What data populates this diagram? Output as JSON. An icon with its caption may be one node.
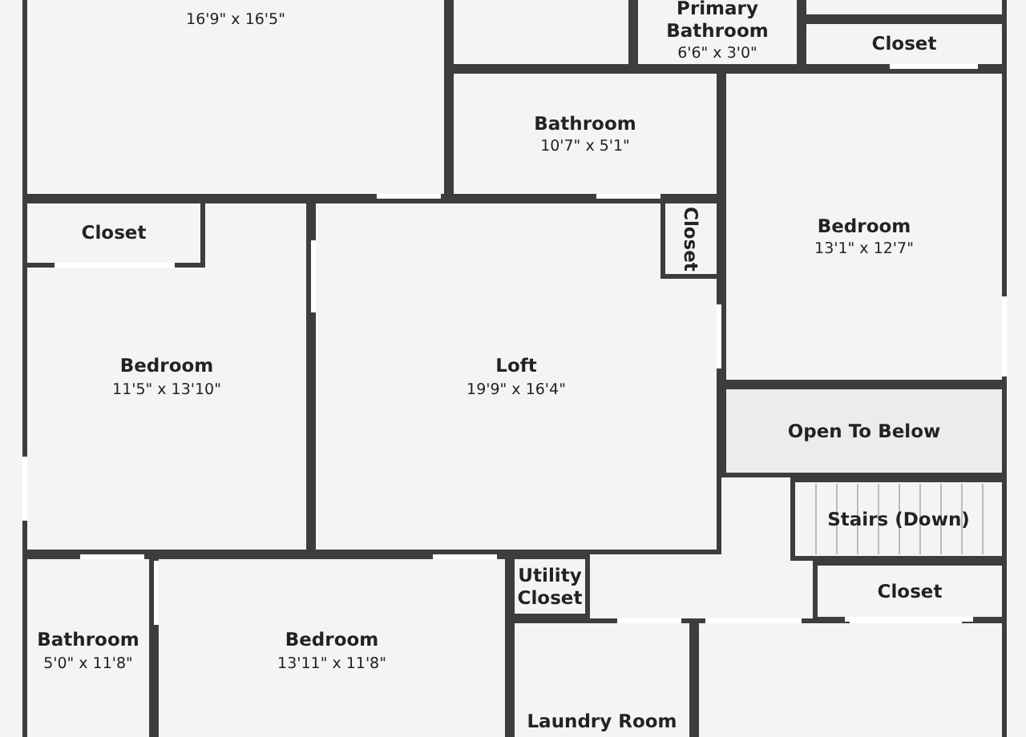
{
  "diagram": {
    "nodes": [
      {
        "text": [
          "16'9\" x 16'5\""
        ]
      },
      {
        "text": [],
        "shape": "box"
      },
      {
        "text": [
          "Primary Bathroom",
          "6'6\" x 3'0\""
        ]
      },
      {
        "text": [],
        "shape": "box"
      },
      {
        "text": [
          "Closet"
        ]
      },
      {
        "text": [
          "Bathroom",
          "10'7\" x 5'1\""
        ]
      },
      {
        "text": [
          "Bedroom",
          "13'1\" x 12'7\""
        ]
      },
      {
        "text": [
          "Closet"
        ],
        "in": 9
      },
      {
        "text": [
          "Closet"
        ],
        "in": 10
      },
      {
        "text": [
          "Bedroom",
          "11'5\" x 13'10\""
        ]
      },
      {
        "text": [
          "Loft",
          "19'9\" x 16'4\""
        ]
      },
      {
        "text": [
          "Open To Below"
        ]
      },
      {
        "text": [
          "Stairs (Down)"
        ]
      },
      {
        "text": [
          "Utility Closet"
        ]
      },
      {
        "text": [
          "Closet"
        ]
      },
      {
        "text": [
          "Bathroom",
          "5'0\" x 11'8\""
        ]
      },
      {
        "text": [
          "Bedroom",
          "13'11\" x 11'8\""
        ]
      },
      {
        "text": [
          "Laundry Room"
        ]
      },
      {
        "text": [],
        "shape": "box"
      }
    ]
  }
}
